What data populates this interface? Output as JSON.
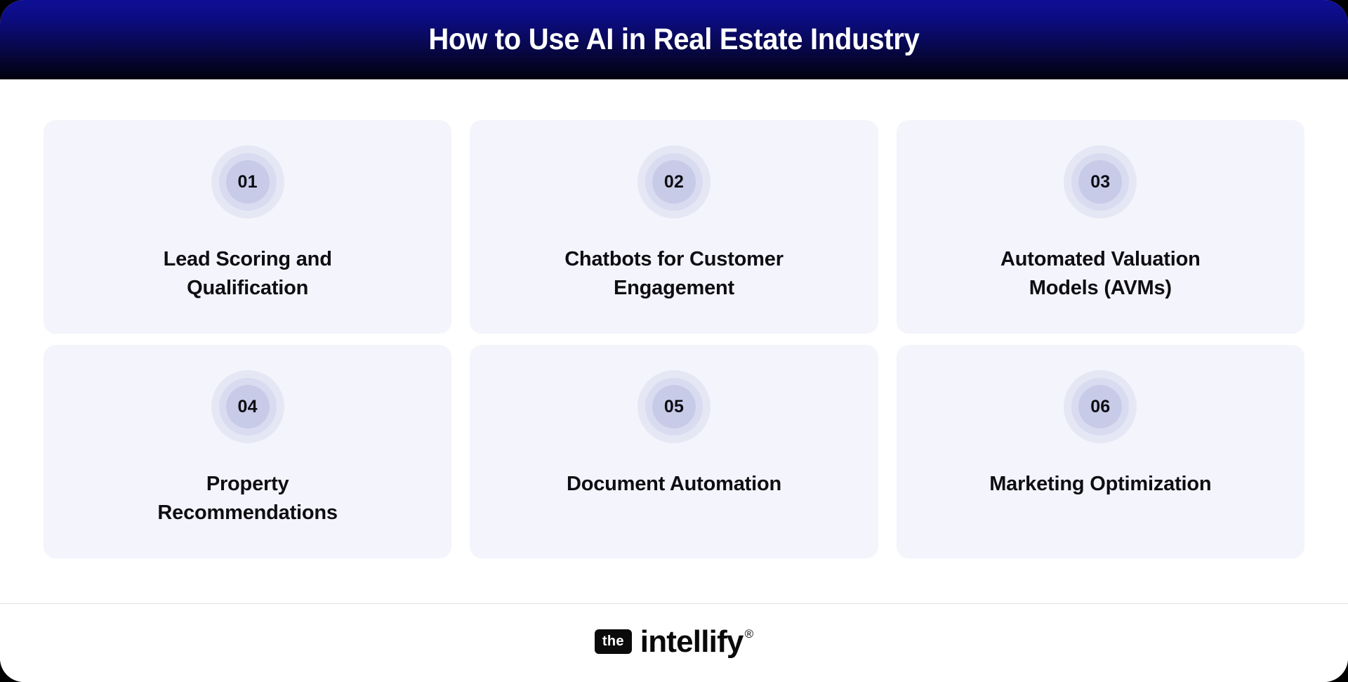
{
  "header": {
    "title": "How to Use AI in Real Estate Industry",
    "gradient_top": "#0f0f96",
    "gradient_bottom": "#01010f",
    "title_color": "#ffffff"
  },
  "theme": {
    "page_background": "#ffffff",
    "frame_background": "#000000",
    "card_background": "#f4f4fc",
    "badge_ring_outer": "#e6e7f5",
    "badge_ring_middle": "#d9dcf0",
    "badge_ring_inner": "#c8cbe8",
    "text_color": "#0d0d12",
    "divider_color": "#e3e3e8"
  },
  "cards": [
    {
      "number": "01",
      "title": "Lead Scoring and Qualification"
    },
    {
      "number": "02",
      "title": "Chatbots for Customer Engagement"
    },
    {
      "number": "03",
      "title": "Automated Valuation Models (AVMs)"
    },
    {
      "number": "04",
      "title": "Property Recommendations"
    },
    {
      "number": "05",
      "title": "Document Automation"
    },
    {
      "number": "06",
      "title": "Marketing Optimization"
    }
  ],
  "footer": {
    "logo_prefix": "the",
    "logo_wordmark": "intellify",
    "logo_trademark": "®"
  }
}
